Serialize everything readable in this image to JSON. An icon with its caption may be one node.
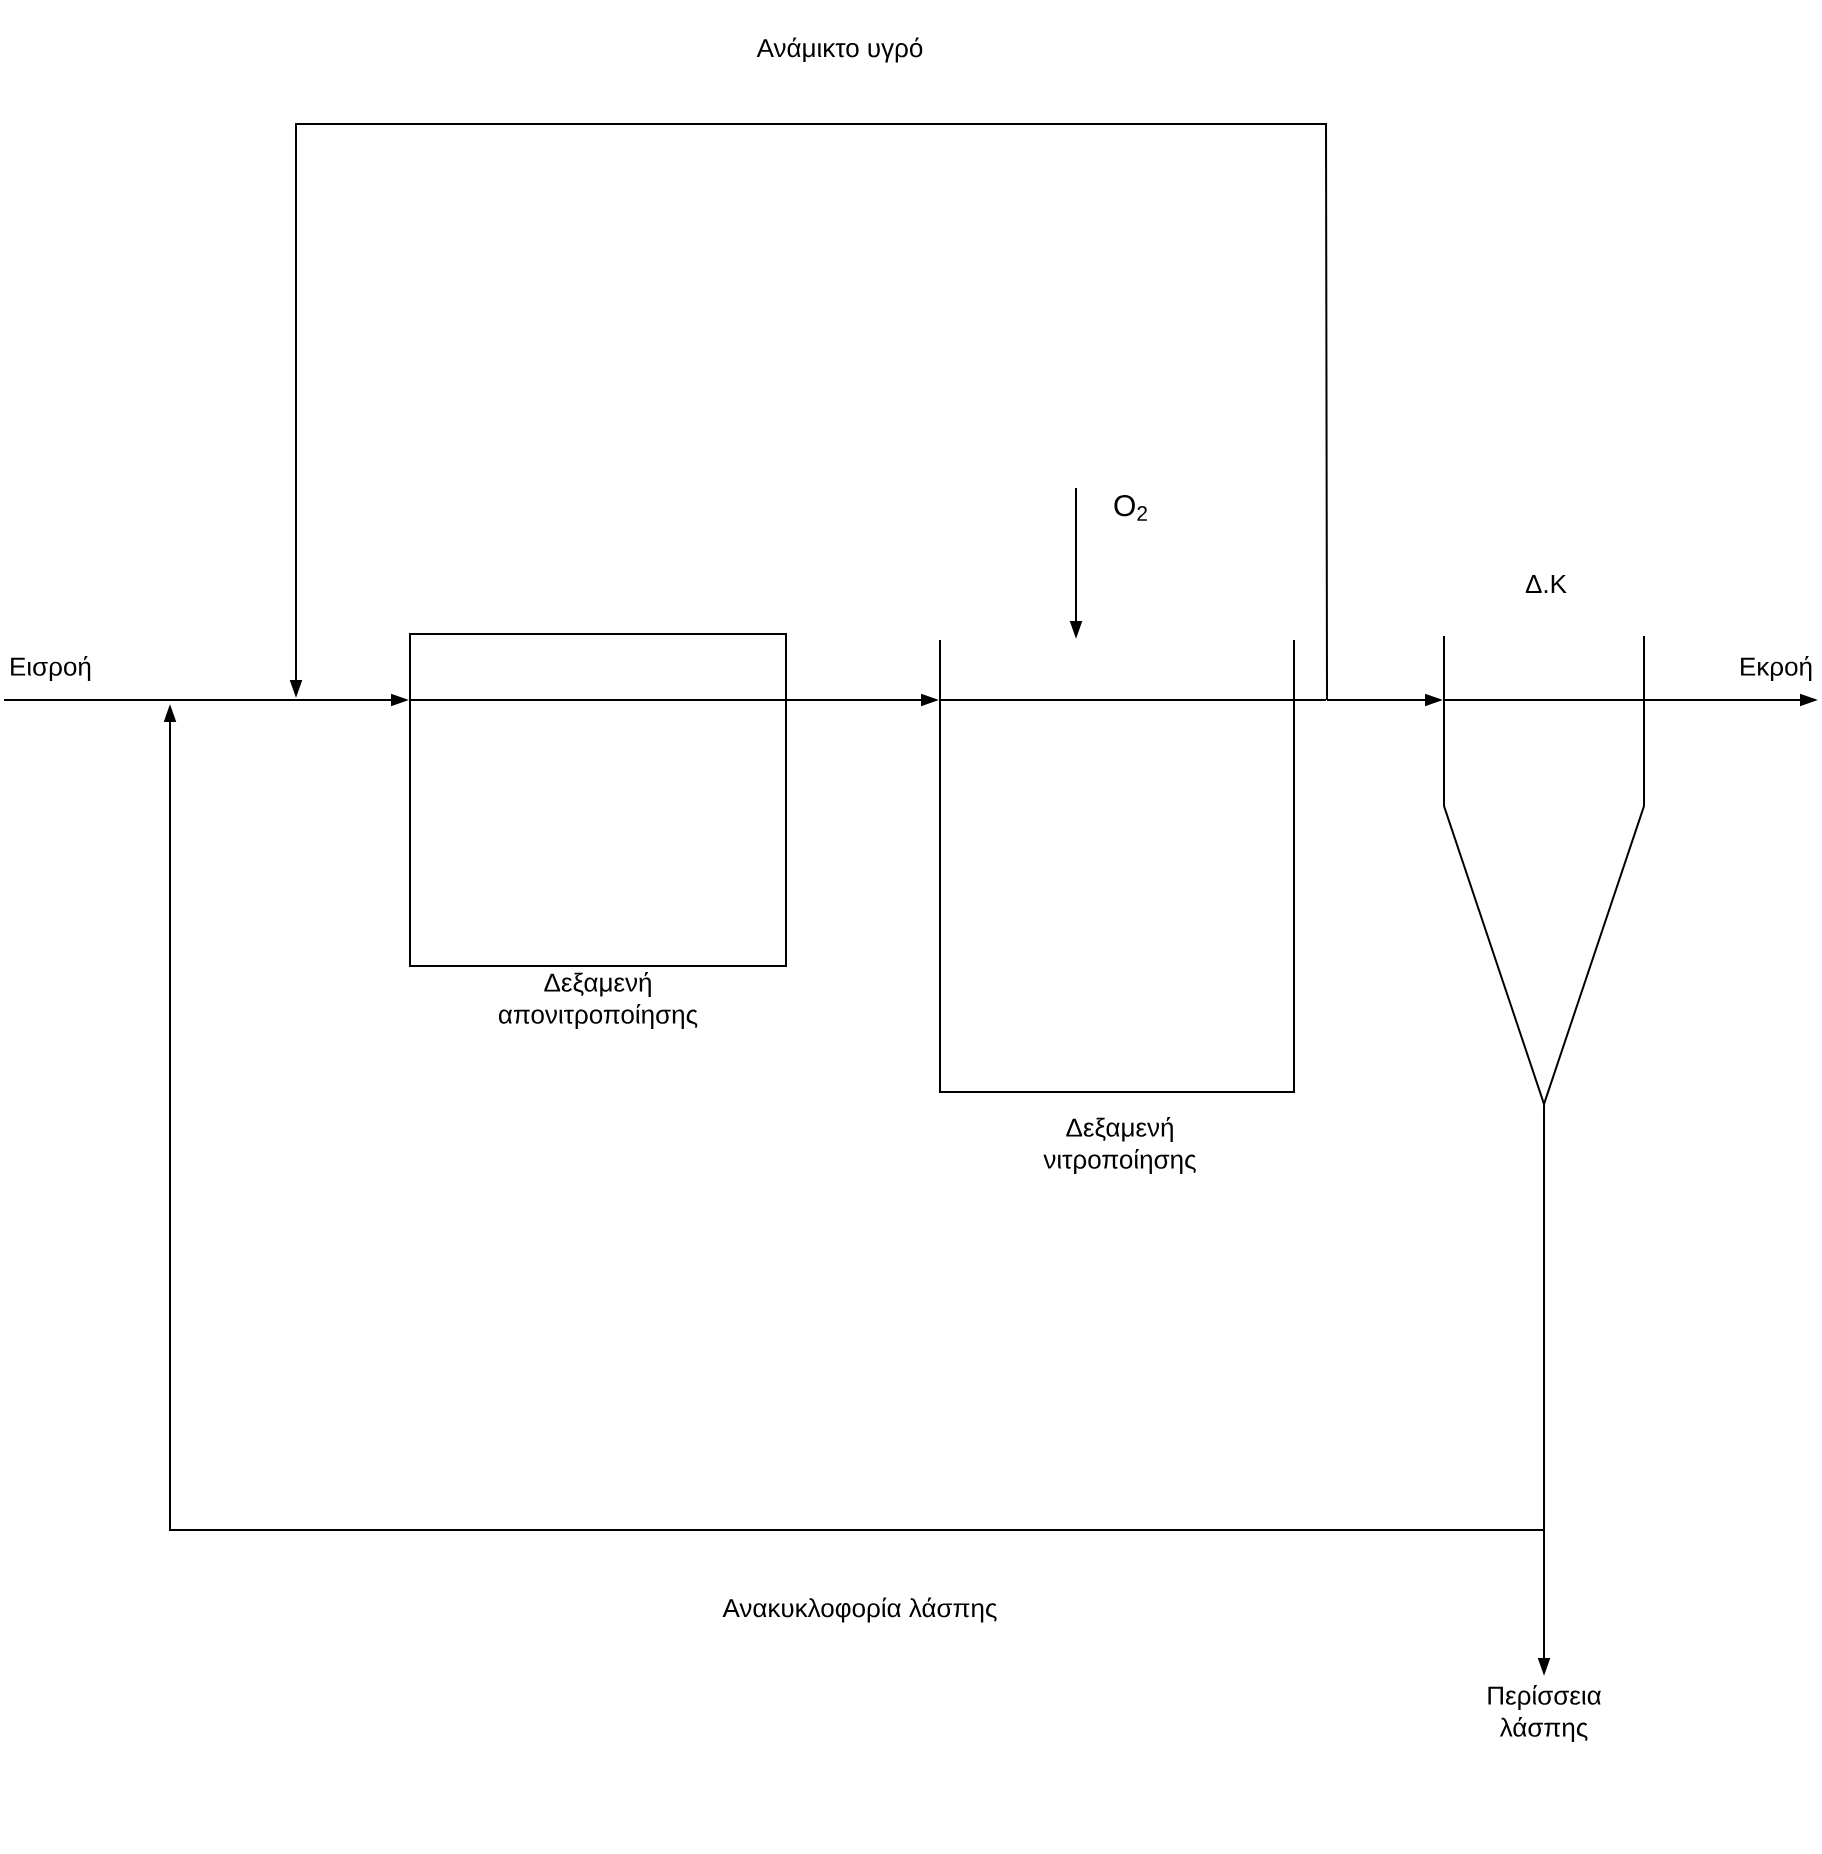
{
  "diagram": {
    "nodes": [
      {
        "text": [
          "Εισροή"
        ]
      },
      {
        "text": [
          "Δεξαμενή απονιτροποίησης"
        ]
      },
      {
        "text": [
          "Δεξαμενή νιτροποίησης"
        ]
      },
      {
        "text": [
          "Δ.Κ"
        ]
      },
      {
        "text": [
          "Εκροή"
        ]
      },
      {
        "text": [
          "Περίσσεια λάσπης"
        ]
      },
      {
        "text": [
          "O$_{2}$"
        ]
      }
    ],
    "edges": [
      {
        "from": 0,
        "to": 1,
        "arrow": "to"
      },
      {
        "from": 1,
        "to": 2,
        "arrow": "to"
      },
      {
        "from": 2,
        "to": 3,
        "arrow": "to"
      },
      {
        "from": 3,
        "to": 4,
        "arrow": "to"
      },
      {
        "from": 6,
        "to": 2,
        "arrow": "to"
      },
      {
        "from": 2,
        "to": null,
        "arrow": "to",
        "label": "Ανάμικτο υγρό"
      },
      {
        "from": 3,
        "to": null,
        "arrow": "to",
        "label": "Ανακυκλοφορία λάσπης"
      },
      {
        "from": 3,
        "to": 5,
        "arrow": "to"
      }
    ]
  }
}
